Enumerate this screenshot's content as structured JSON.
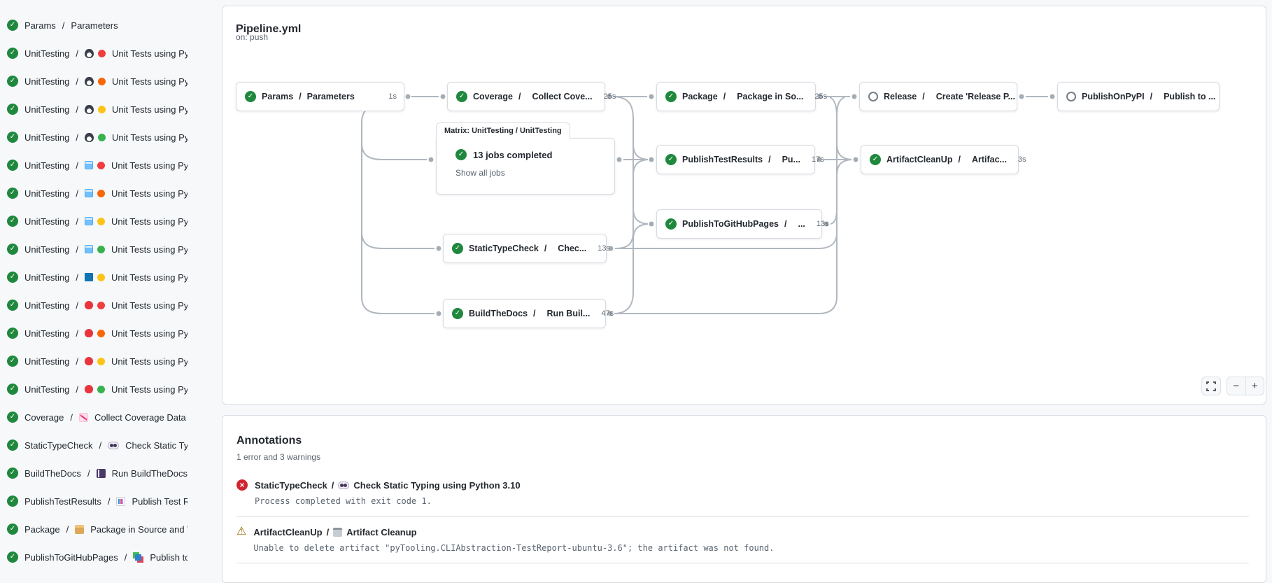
{
  "separator": "/",
  "colors": {
    "page_bg": "#f6f8fa",
    "success_green": "#1f883d",
    "error_red": "#d1242f",
    "warning_amber": "#9a6700",
    "edge_gray": "#b0b7bf",
    "version_red": "#f03e3e",
    "version_orange": "#f76707",
    "version_yellow": "#fcc419",
    "version_green": "#37b24d"
  },
  "pipeline": {
    "title": "Pipeline.yml",
    "trigger": "on: push"
  },
  "sidebar": {
    "items": [
      {
        "job": "Params",
        "icon": null,
        "version": null,
        "step": "Parameters",
        "status": "success"
      },
      {
        "job": "UnitTesting",
        "icon": "penguin",
        "version": "red",
        "step": "Unit Tests using Pyth...",
        "status": "success"
      },
      {
        "job": "UnitTesting",
        "icon": "penguin",
        "version": "orange",
        "step": "Unit Tests using Pyth...",
        "status": "success"
      },
      {
        "job": "UnitTesting",
        "icon": "penguin",
        "version": "yellow",
        "step": "Unit Tests using Pyth...",
        "status": "success"
      },
      {
        "job": "UnitTesting",
        "icon": "penguin",
        "version": "green",
        "step": "Unit Tests using Pyth...",
        "status": "success"
      },
      {
        "job": "UnitTesting",
        "icon": "ice",
        "version": "red",
        "step": "Unit Tests using Pyth...",
        "status": "success"
      },
      {
        "job": "UnitTesting",
        "icon": "ice",
        "version": "orange",
        "step": "Unit Tests using Pyth...",
        "status": "success"
      },
      {
        "job": "UnitTesting",
        "icon": "ice",
        "version": "yellow",
        "step": "Unit Tests using Pyth...",
        "status": "success"
      },
      {
        "job": "UnitTesting",
        "icon": "ice",
        "version": "green",
        "step": "Unit Tests using Pyth...",
        "status": "success"
      },
      {
        "job": "UnitTesting",
        "icon": "windows",
        "version": "yellow",
        "step": "Unit Tests using Pyth...",
        "status": "success"
      },
      {
        "job": "UnitTesting",
        "icon": "apple",
        "version": "red",
        "step": "Unit Tests using Pyth...",
        "status": "success"
      },
      {
        "job": "UnitTesting",
        "icon": "apple",
        "version": "orange",
        "step": "Unit Tests using Pyth...",
        "status": "success"
      },
      {
        "job": "UnitTesting",
        "icon": "apple",
        "version": "yellow",
        "step": "Unit Tests using Pyth...",
        "status": "success"
      },
      {
        "job": "UnitTesting",
        "icon": "apple",
        "version": "green",
        "step": "Unit Tests using Pyth...",
        "status": "success"
      },
      {
        "job": "Coverage",
        "icon": "chart-up",
        "version": null,
        "step": "Collect Coverage Data usi...",
        "status": "success"
      },
      {
        "job": "StaticTypeCheck",
        "icon": "eyes",
        "version": null,
        "step": "Check Static Typing...",
        "status": "success"
      },
      {
        "job": "BuildTheDocs",
        "icon": "book",
        "version": null,
        "step": "Run BuildTheDocs",
        "status": "success"
      },
      {
        "job": "PublishTestResults",
        "icon": "bars",
        "version": null,
        "step": "Publish Test Resu...",
        "status": "success"
      },
      {
        "job": "Package",
        "icon": "package",
        "version": null,
        "step": "Package in Source and Wh...",
        "status": "success"
      },
      {
        "job": "PublishToGitHubPages",
        "icon": "pages",
        "version": null,
        "step": "Publish to G...",
        "status": "success"
      }
    ]
  },
  "graph": {
    "nodes": [
      {
        "id": "params",
        "job": "Params",
        "icon": null,
        "step": "Parameters",
        "duration": "1s",
        "status": "success"
      },
      {
        "id": "coverage",
        "job": "Coverage",
        "icon": "chart-up",
        "step": "Collect Cove...",
        "duration": "25s",
        "status": "success"
      },
      {
        "id": "package",
        "job": "Package",
        "icon": "package",
        "step": "Package in So...",
        "duration": "25s",
        "status": "success"
      },
      {
        "id": "release",
        "job": "Release",
        "icon": "memo",
        "step": "Create 'Release P...",
        "duration": null,
        "status": "skipped"
      },
      {
        "id": "publishonpypi",
        "job": "PublishOnPyPI",
        "icon": "rocket",
        "step": "Publish to ...",
        "duration": null,
        "status": "skipped"
      },
      {
        "id": "publishtestresults",
        "job": "PublishTestResults",
        "icon": "bars",
        "step": "Pu...",
        "duration": "17s",
        "status": "success"
      },
      {
        "id": "artifactcleanup",
        "job": "ArtifactCleanUp",
        "icon": "trash",
        "step": "Artifac...",
        "duration": "3s",
        "status": "success"
      },
      {
        "id": "publishtogithubpages",
        "job": "PublishToGitHubPages",
        "icon": "pages",
        "step": "...",
        "duration": "13s",
        "status": "success"
      },
      {
        "id": "statictypecheck",
        "job": "StaticTypeCheck",
        "icon": "eyes",
        "step": "Chec...",
        "duration": "13s",
        "status": "success"
      },
      {
        "id": "buildthedocs",
        "job": "BuildTheDocs",
        "icon": "book",
        "step": "Run Buil...",
        "duration": "47s",
        "status": "success"
      }
    ],
    "matrix": {
      "tab": "Matrix: UnitTesting / UnitTesting",
      "summary": "13 jobs completed",
      "link": "Show all jobs",
      "status": "success"
    },
    "edges": [
      [
        "Params",
        "Coverage"
      ],
      [
        "Params",
        "UnitTesting"
      ],
      [
        "Params",
        "StaticTypeCheck"
      ],
      [
        "Params",
        "BuildTheDocs"
      ],
      [
        "Coverage",
        "Package"
      ],
      [
        "UnitTesting",
        "PublishTestResults"
      ],
      [
        "Package",
        "Release"
      ],
      [
        "PublishTestResults",
        "ArtifactCleanUp"
      ],
      [
        "PublishToGitHubPages",
        "ArtifactCleanUp"
      ],
      [
        "StaticTypeCheck",
        "ArtifactCleanUp"
      ],
      [
        "BuildTheDocs",
        "ArtifactCleanUp"
      ],
      [
        "StaticTypeCheck",
        "PublishToGitHubPages"
      ],
      [
        "BuildTheDocs",
        "PublishToGitHubPages"
      ],
      [
        "Release",
        "PublishOnPyPI"
      ]
    ]
  },
  "zoom_controls": {
    "zoom_out": "−",
    "zoom_in": "+"
  },
  "annotations": {
    "title": "Annotations",
    "summary": "1 error and 3 warnings",
    "items": [
      {
        "severity": "error",
        "job": "StaticTypeCheck",
        "icon": "eyes",
        "step": "Check Static Typing using Python 3.10",
        "detail": "Process completed with exit code 1."
      },
      {
        "severity": "warning",
        "job": "ArtifactCleanUp",
        "icon": "trash",
        "step": "Artifact Cleanup",
        "detail": "Unable to delete artifact \"pyTooling.CLIAbstraction-TestReport-ubuntu-3.6\"; the artifact was not found."
      }
    ]
  }
}
